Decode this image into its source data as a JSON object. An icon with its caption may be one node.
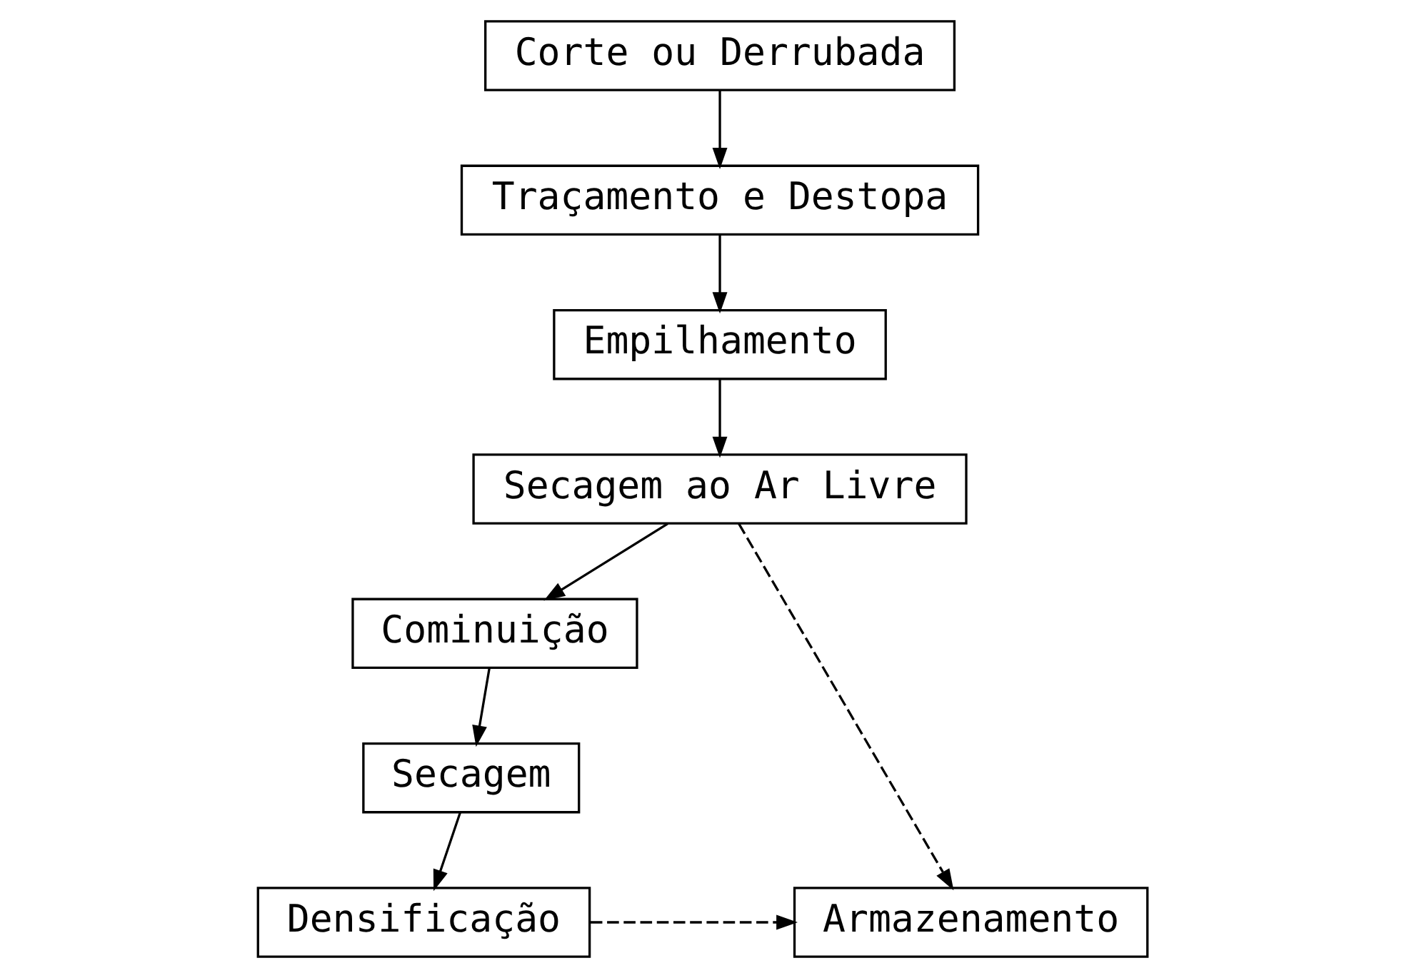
{
  "diagram": {
    "nodes": [
      {
        "text": [
          "Corte ou Derrubada"
        ]
      },
      {
        "text": [
          "Traçamento e Destopa"
        ]
      },
      {
        "text": [
          "Empilhamento"
        ]
      },
      {
        "text": [
          "Secagem ao Ar Livre"
        ]
      },
      {
        "text": [
          "Cominuição"
        ]
      },
      {
        "text": [
          "Secagem"
        ]
      },
      {
        "text": [
          "Armazenamento"
        ]
      },
      {
        "text": [
          "Densificação"
        ]
      }
    ],
    "edges": [
      {
        "from": 0,
        "to": 1,
        "arrow": "to"
      },
      {
        "from": 1,
        "to": 2,
        "arrow": "to"
      },
      {
        "from": 2,
        "to": 3,
        "arrow": "to"
      },
      {
        "from": 3,
        "to": 4,
        "arrow": "to"
      },
      {
        "from": 3,
        "to": 6,
        "arrow": "to",
        "style": "dashed"
      },
      {
        "from": 4,
        "to": 5,
        "arrow": "to"
      },
      {
        "from": 5,
        "to": 7,
        "arrow": "to"
      },
      {
        "from": 7,
        "to": 6,
        "arrow": "to",
        "style": "dashed"
      }
    ]
  }
}
